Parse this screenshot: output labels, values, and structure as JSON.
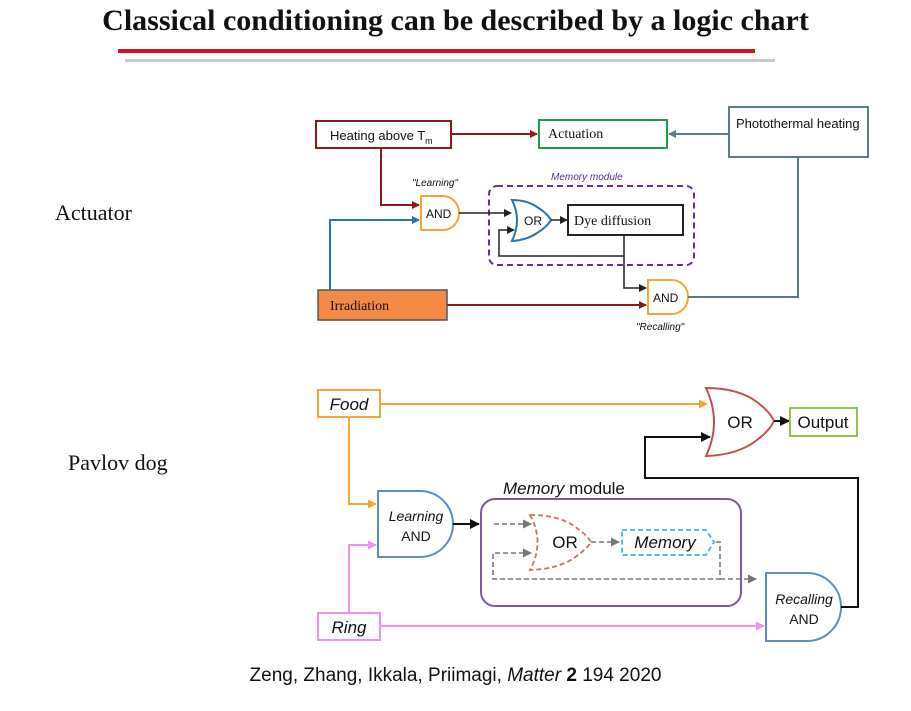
{
  "slide": {
    "title": "Classical conditioning can be described by a logic chart",
    "citation": {
      "authors": "Zeng, Zhang, Ikkala, Priimagi, ",
      "journal": "Matter",
      "volume": "2",
      "rest": " 194 2020"
    }
  },
  "actuator": {
    "label": "Actuator",
    "heating_above": "Heating above T",
    "heating_sub": "m",
    "actuation": "Actuation",
    "photothermal": "Photothermal heating",
    "learning_caption": "\"Learning\"",
    "memory_caption": "Memory module",
    "and_gate_1": "AND",
    "or_gate": "OR",
    "dye_diffusion": "Dye diffusion",
    "irradiation": "Irradiation",
    "and_gate_2": "AND",
    "recalling_caption": "\"Recalling\""
  },
  "pavlov": {
    "label": "Pavlov dog",
    "food": "Food",
    "ring": "Ring",
    "or_gate": "OR",
    "output": "Output",
    "learning_line1": "Learning",
    "learning_line2": "AND",
    "memory_module_italic": "Memory",
    "memory_module_rest": " module",
    "inner_or": "OR",
    "memory": "Memory",
    "recalling_line1": "Recalling",
    "recalling_line2": "AND"
  }
}
